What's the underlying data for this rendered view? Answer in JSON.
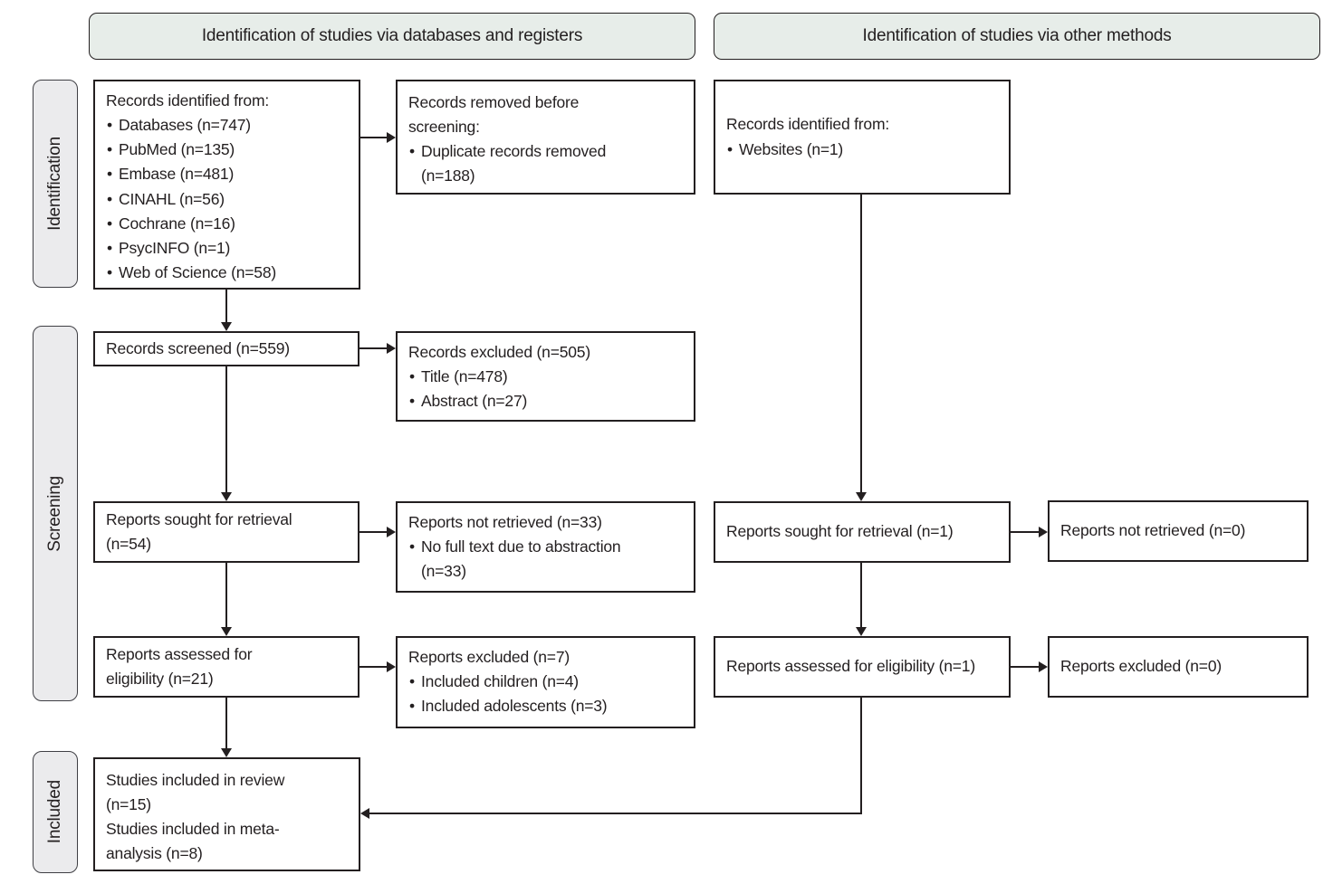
{
  "headers": {
    "left": "Identification of studies via databases and registers",
    "right": "Identification of studies via other methods"
  },
  "sidebar": {
    "identification": "Identification",
    "screening": "Screening",
    "included": "Included"
  },
  "boxes": {
    "records_identified_db": {
      "title": "Records identified from:",
      "items": [
        "Databases (n=747)",
        "PubMed (n=135)",
        "Embase (n=481)",
        "CINAHL (n=56)",
        "Cochrane (n=16)",
        "PsycINFO (n=1)",
        "Web of Science (n=58)"
      ]
    },
    "records_removed": {
      "title": "Records removed before screening:",
      "items": [
        "Duplicate records removed (n=188)"
      ]
    },
    "records_identified_other": {
      "title": "Records identified from:",
      "items": [
        "Websites (n=1)"
      ]
    },
    "records_screened": {
      "title": "Records screened (n=559)"
    },
    "records_excluded": {
      "title": "Records excluded (n=505)",
      "items": [
        "Title (n=478)",
        "Abstract (n=27)"
      ]
    },
    "reports_sought_db": {
      "title": "Reports sought for retrieval (n=54)"
    },
    "reports_not_retrieved_db": {
      "title": "Reports not retrieved (n=33)",
      "items": [
        "No full text due to abstraction (n=33)"
      ]
    },
    "reports_sought_other": {
      "title": "Reports sought for retrieval (n=1)"
    },
    "reports_not_retrieved_other": {
      "title": "Reports not retrieved (n=0)"
    },
    "reports_assessed_db": {
      "title": "Reports assessed for eligibility (n=21)"
    },
    "reports_excluded_db": {
      "title": "Reports excluded (n=7)",
      "items": [
        "Included children (n=4)",
        "Included adolescents (n=3)"
      ]
    },
    "reports_assessed_other": {
      "title": "Reports assessed for eligibility (n=1)"
    },
    "reports_excluded_other": {
      "title": "Reports excluded (n=0)"
    },
    "studies_included": {
      "lines": [
        "Studies included in review (n=15)",
        "Studies included in meta-analysis (n=8)"
      ]
    }
  },
  "colors": {
    "header_fill": "#e7ede9",
    "sidebar_fill": "#ebebed",
    "ink": "#231f20"
  }
}
